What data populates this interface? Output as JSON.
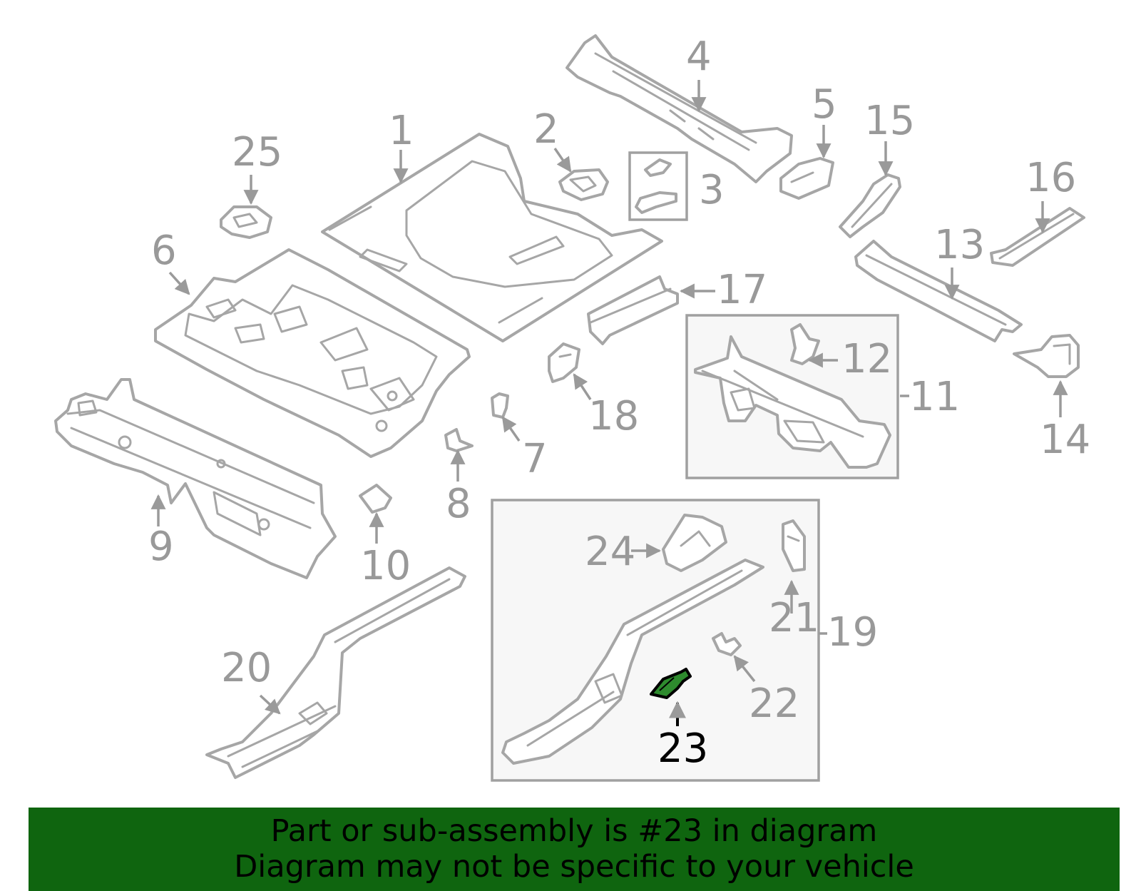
{
  "callouts": {
    "c1": "1",
    "c2": "2",
    "c3": "3",
    "c4": "4",
    "c5": "5",
    "c6": "6",
    "c7": "7",
    "c8": "8",
    "c9": "9",
    "c10": "10",
    "c11": "11",
    "c12": "12",
    "c13": "13",
    "c14": "14",
    "c15": "15",
    "c16": "16",
    "c17": "17",
    "c18": "18",
    "c19": "19",
    "c20": "20",
    "c21": "21",
    "c22": "22",
    "c23": "23",
    "c24": "24",
    "c25": "25"
  },
  "highlighted_part": "23",
  "colors": {
    "banner": "#0f650f",
    "highlight_part": "#2e8b2e",
    "line_gray": "#a6a6a6"
  },
  "banner": {
    "line1": "Part or sub-assembly is #23 in diagram",
    "line2": "Diagram may not be specific to your vehicle"
  }
}
